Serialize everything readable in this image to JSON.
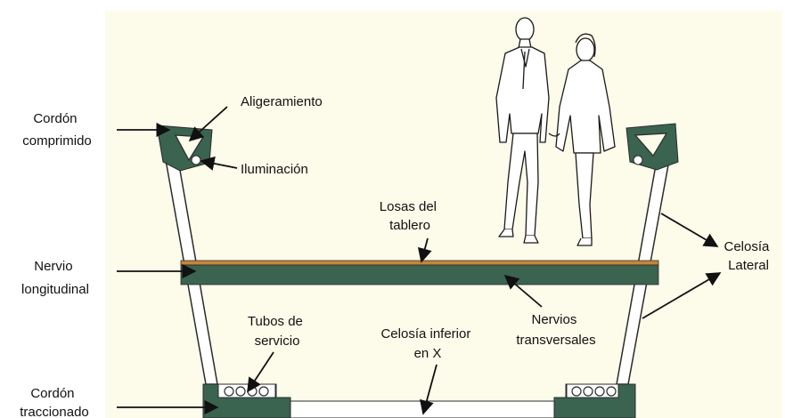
{
  "labels": {
    "cordon_comprimido": [
      "Cordón",
      "comprimido"
    ],
    "aligeramiento": "Aligeramiento",
    "iluminacion": "Iluminación",
    "losas_tablero": [
      "Losas del",
      "tablero"
    ],
    "celosia_lateral": [
      "Celosía",
      "Lateral"
    ],
    "nervio_longitudinal": [
      "Nervio",
      "longitudinal"
    ],
    "tubos_servicio": [
      "Tubos de",
      "servicio"
    ],
    "celosia_inferior": [
      "Celosía inferior",
      "en X"
    ],
    "nervios_transversales": [
      "Nervios",
      "transversales"
    ],
    "cordon_traccionado": [
      "Cordón",
      "traccionado"
    ]
  },
  "colors": {
    "background": "#fdfbea",
    "structure": "#3a6350",
    "deck_top": "#c8863a",
    "text": "#111111"
  },
  "icons": [
    "walking-couple-figure"
  ]
}
